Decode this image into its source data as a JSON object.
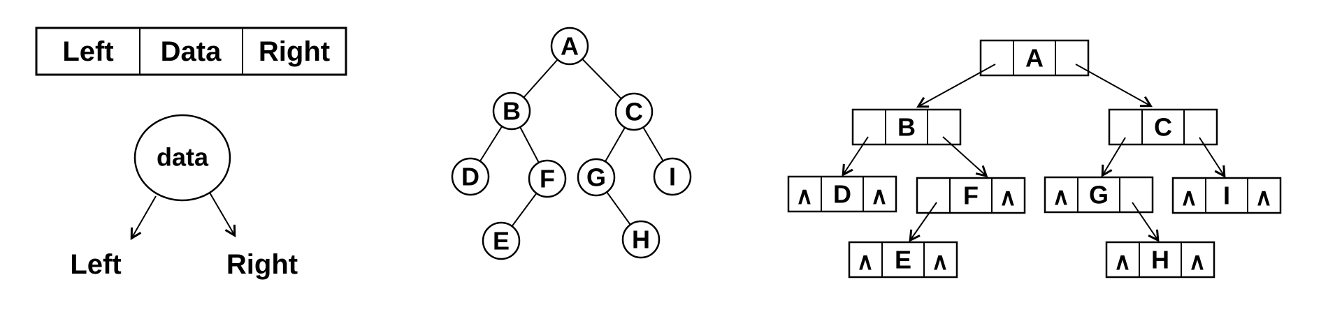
{
  "node_struct": {
    "record_cells": [
      "Left",
      "Data",
      "Right"
    ],
    "circle_label": "data",
    "left_label": "Left",
    "right_label": "Right"
  },
  "tree": {
    "nodes": [
      "A",
      "B",
      "C",
      "D",
      "F",
      "G",
      "I",
      "E",
      "H"
    ],
    "edges": [
      [
        "A",
        "B"
      ],
      [
        "A",
        "C"
      ],
      [
        "B",
        "D"
      ],
      [
        "B",
        "F"
      ],
      [
        "C",
        "G"
      ],
      [
        "C",
        "I"
      ],
      [
        "F",
        "E"
      ],
      [
        "G",
        "H"
      ]
    ]
  },
  "linked": {
    "null_symbol": "∧",
    "nodes": [
      {
        "label": "A",
        "left": "B",
        "right": "C"
      },
      {
        "label": "B",
        "left": "D",
        "right": "F"
      },
      {
        "label": "C",
        "left": "G",
        "right": "I"
      },
      {
        "label": "D",
        "left": null,
        "right": null
      },
      {
        "label": "F",
        "left": "E",
        "right": null
      },
      {
        "label": "G",
        "left": null,
        "right": "H"
      },
      {
        "label": "I",
        "left": null,
        "right": null
      },
      {
        "label": "E",
        "left": null,
        "right": null
      },
      {
        "label": "H",
        "left": null,
        "right": null
      }
    ]
  },
  "colors": {
    "ink": "#000000",
    "background": "#ffffff"
  }
}
